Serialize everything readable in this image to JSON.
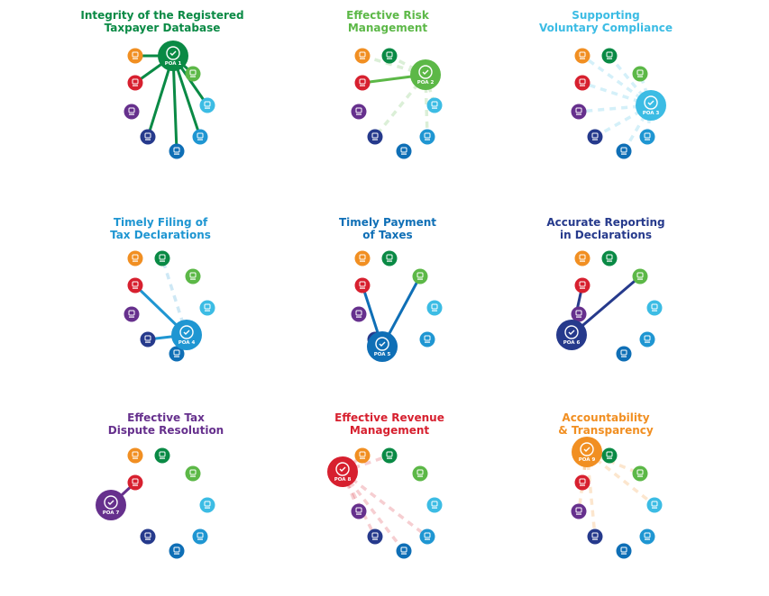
{
  "node_colors": {
    "poa1": "#0a8a45",
    "poa2": "#5cb847",
    "poa3": "#3cbce4",
    "poa4": "#1f96d2",
    "poa5": "#0f6fb6",
    "poa6": "#263a8c",
    "poa7": "#66308d",
    "poa8": "#d7202f",
    "poa9": "#f18f22"
  },
  "node_icons": {
    "poa1": "people-database-icon",
    "poa2": "risk-radar-icon",
    "poa3": "helping-hands-icon",
    "poa4": "clipboard-check-icon",
    "poa5": "clock-payment-icon",
    "poa6": "edit-document-icon",
    "poa7": "handshake-icon",
    "poa8": "revenue-cycle-icon",
    "poa9": "accountability-badge-icon"
  },
  "panels": [
    {
      "title": "Integrity of the Registered\nTaxpayer  Database",
      "title_color": "#0a8a45",
      "focus": "poa1",
      "focus_label": "POA 1",
      "link_style": "solid"
    },
    {
      "title": "Effective Risk\nManagement",
      "title_color": "#5cb847",
      "focus": "poa2",
      "focus_label": "POA 2",
      "link_style": "mixed"
    },
    {
      "title": "Supporting\nVoluntary Compliance",
      "title_color": "#3cbce4",
      "focus": "poa3",
      "focus_label": "POA 3",
      "link_style": "dashed"
    },
    {
      "title": "Timely Filing of\nTax Declarations",
      "title_color": "#1f96d2",
      "focus": "poa4",
      "focus_label": "POA 4",
      "link_style": "mixed"
    },
    {
      "title": "Timely Payment\nof Taxes",
      "title_color": "#0f6fb6",
      "focus": "poa5",
      "focus_label": "POA 5",
      "link_style": "solid"
    },
    {
      "title": "Accurate Reporting\nin Declarations",
      "title_color": "#263a8c",
      "focus": "poa6",
      "focus_label": "POA 6",
      "link_style": "solid"
    },
    {
      "title": "Effective Tax\nDispute Resolution",
      "title_color": "#66308d",
      "focus": "poa7",
      "focus_label": "POA 7",
      "link_style": "solid"
    },
    {
      "title": "Effective Revenue\nManagement",
      "title_color": "#d7202f",
      "focus": "poa8",
      "focus_label": "POA 8",
      "link_style": "dashed"
    },
    {
      "title": "Accountability\n& Transparency",
      "title_color": "#f18f22",
      "focus": "poa9",
      "focus_label": "POA 9",
      "link_style": "dashed"
    }
  ]
}
